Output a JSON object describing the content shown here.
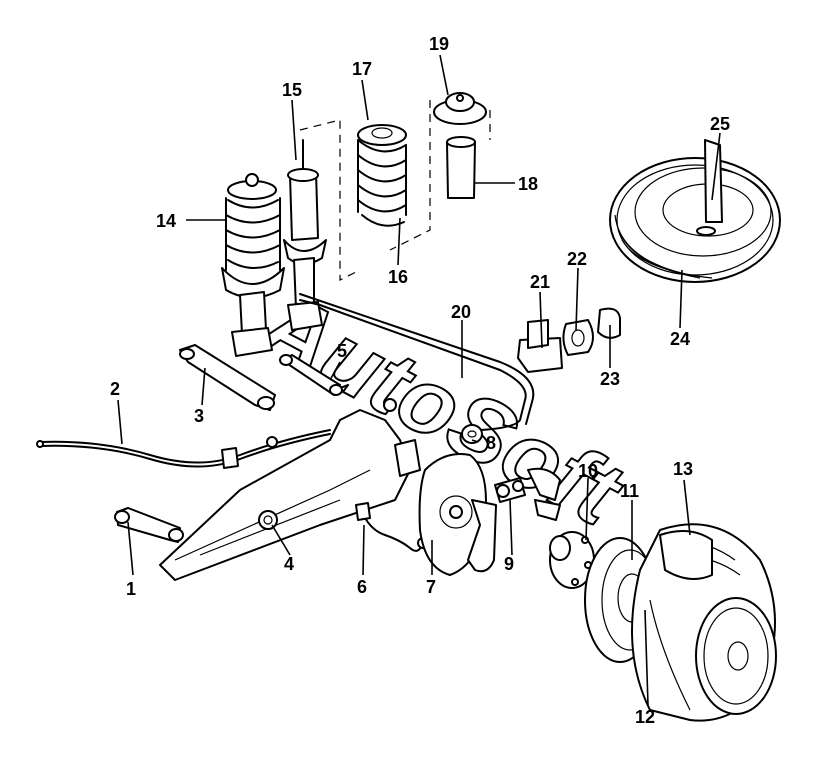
{
  "watermark": "AutoSoft",
  "callouts": [
    {
      "id": "1",
      "label": "1"
    },
    {
      "id": "2",
      "label": "2"
    },
    {
      "id": "3",
      "label": "3"
    },
    {
      "id": "4",
      "label": "4"
    },
    {
      "id": "5",
      "label": "5"
    },
    {
      "id": "6",
      "label": "6"
    },
    {
      "id": "7",
      "label": "7"
    },
    {
      "id": "8",
      "label": "8"
    },
    {
      "id": "9",
      "label": "9"
    },
    {
      "id": "10",
      "label": "10"
    },
    {
      "id": "11",
      "label": "11"
    },
    {
      "id": "12",
      "label": "12"
    },
    {
      "id": "13",
      "label": "13"
    },
    {
      "id": "14",
      "label": "14"
    },
    {
      "id": "15",
      "label": "15"
    },
    {
      "id": "16",
      "label": "16"
    },
    {
      "id": "17",
      "label": "17"
    },
    {
      "id": "18",
      "label": "18"
    },
    {
      "id": "19",
      "label": "19"
    },
    {
      "id": "20",
      "label": "20"
    },
    {
      "id": "21",
      "label": "21"
    },
    {
      "id": "22",
      "label": "22"
    },
    {
      "id": "23",
      "label": "23"
    },
    {
      "id": "24",
      "label": "24"
    },
    {
      "id": "25",
      "label": "25"
    }
  ]
}
